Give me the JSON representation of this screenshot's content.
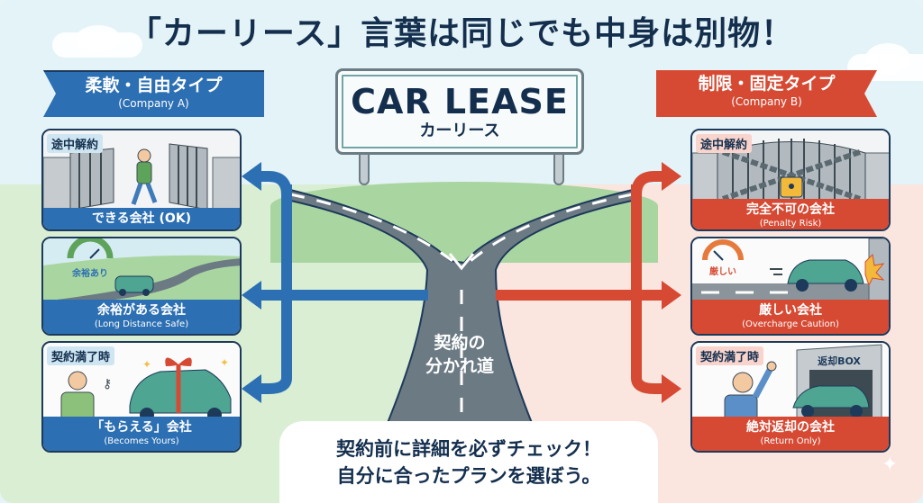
{
  "title": "「カーリース」言葉は同じでも中身は別物！",
  "sign": {
    "main": "CAR LEASE",
    "sub": "カーリース"
  },
  "road_label": {
    "line1": "契約の",
    "line2": "分かれ道"
  },
  "left": {
    "heading": "柔軟・自由タイプ",
    "subheading": "(Company A)",
    "accent_color": "#2c6fb3",
    "cards": [
      {
        "tag": "途中解約",
        "caption": "できる会社 (OK)",
        "sub": ""
      },
      {
        "tag": "",
        "gauge_label": "余裕あり",
        "caption": "余裕がある会社",
        "sub": "(Long Distance Safe)"
      },
      {
        "tag": "契約満了時",
        "caption": "「もらえる」会社",
        "sub": "(Becomes Yours)"
      }
    ]
  },
  "right": {
    "heading": "制限・固定タイプ",
    "subheading": "(Company B)",
    "accent_color": "#d64a34",
    "cards": [
      {
        "tag": "途中解約",
        "caption": "完全不可の会社",
        "sub": "(Penalty Risk)"
      },
      {
        "tag": "",
        "gauge_label": "厳しい",
        "caption": "厳しい会社",
        "sub": "(Overcharge Caution)"
      },
      {
        "tag": "契約満了時",
        "box_label": "返却BOX",
        "caption": "絶対返却の会社",
        "sub": "(Return Only)"
      }
    ]
  },
  "footer": {
    "line1": "契約前に詳細を必ずチェック！",
    "line2": "自分に合ったプランを選ぼう。"
  }
}
